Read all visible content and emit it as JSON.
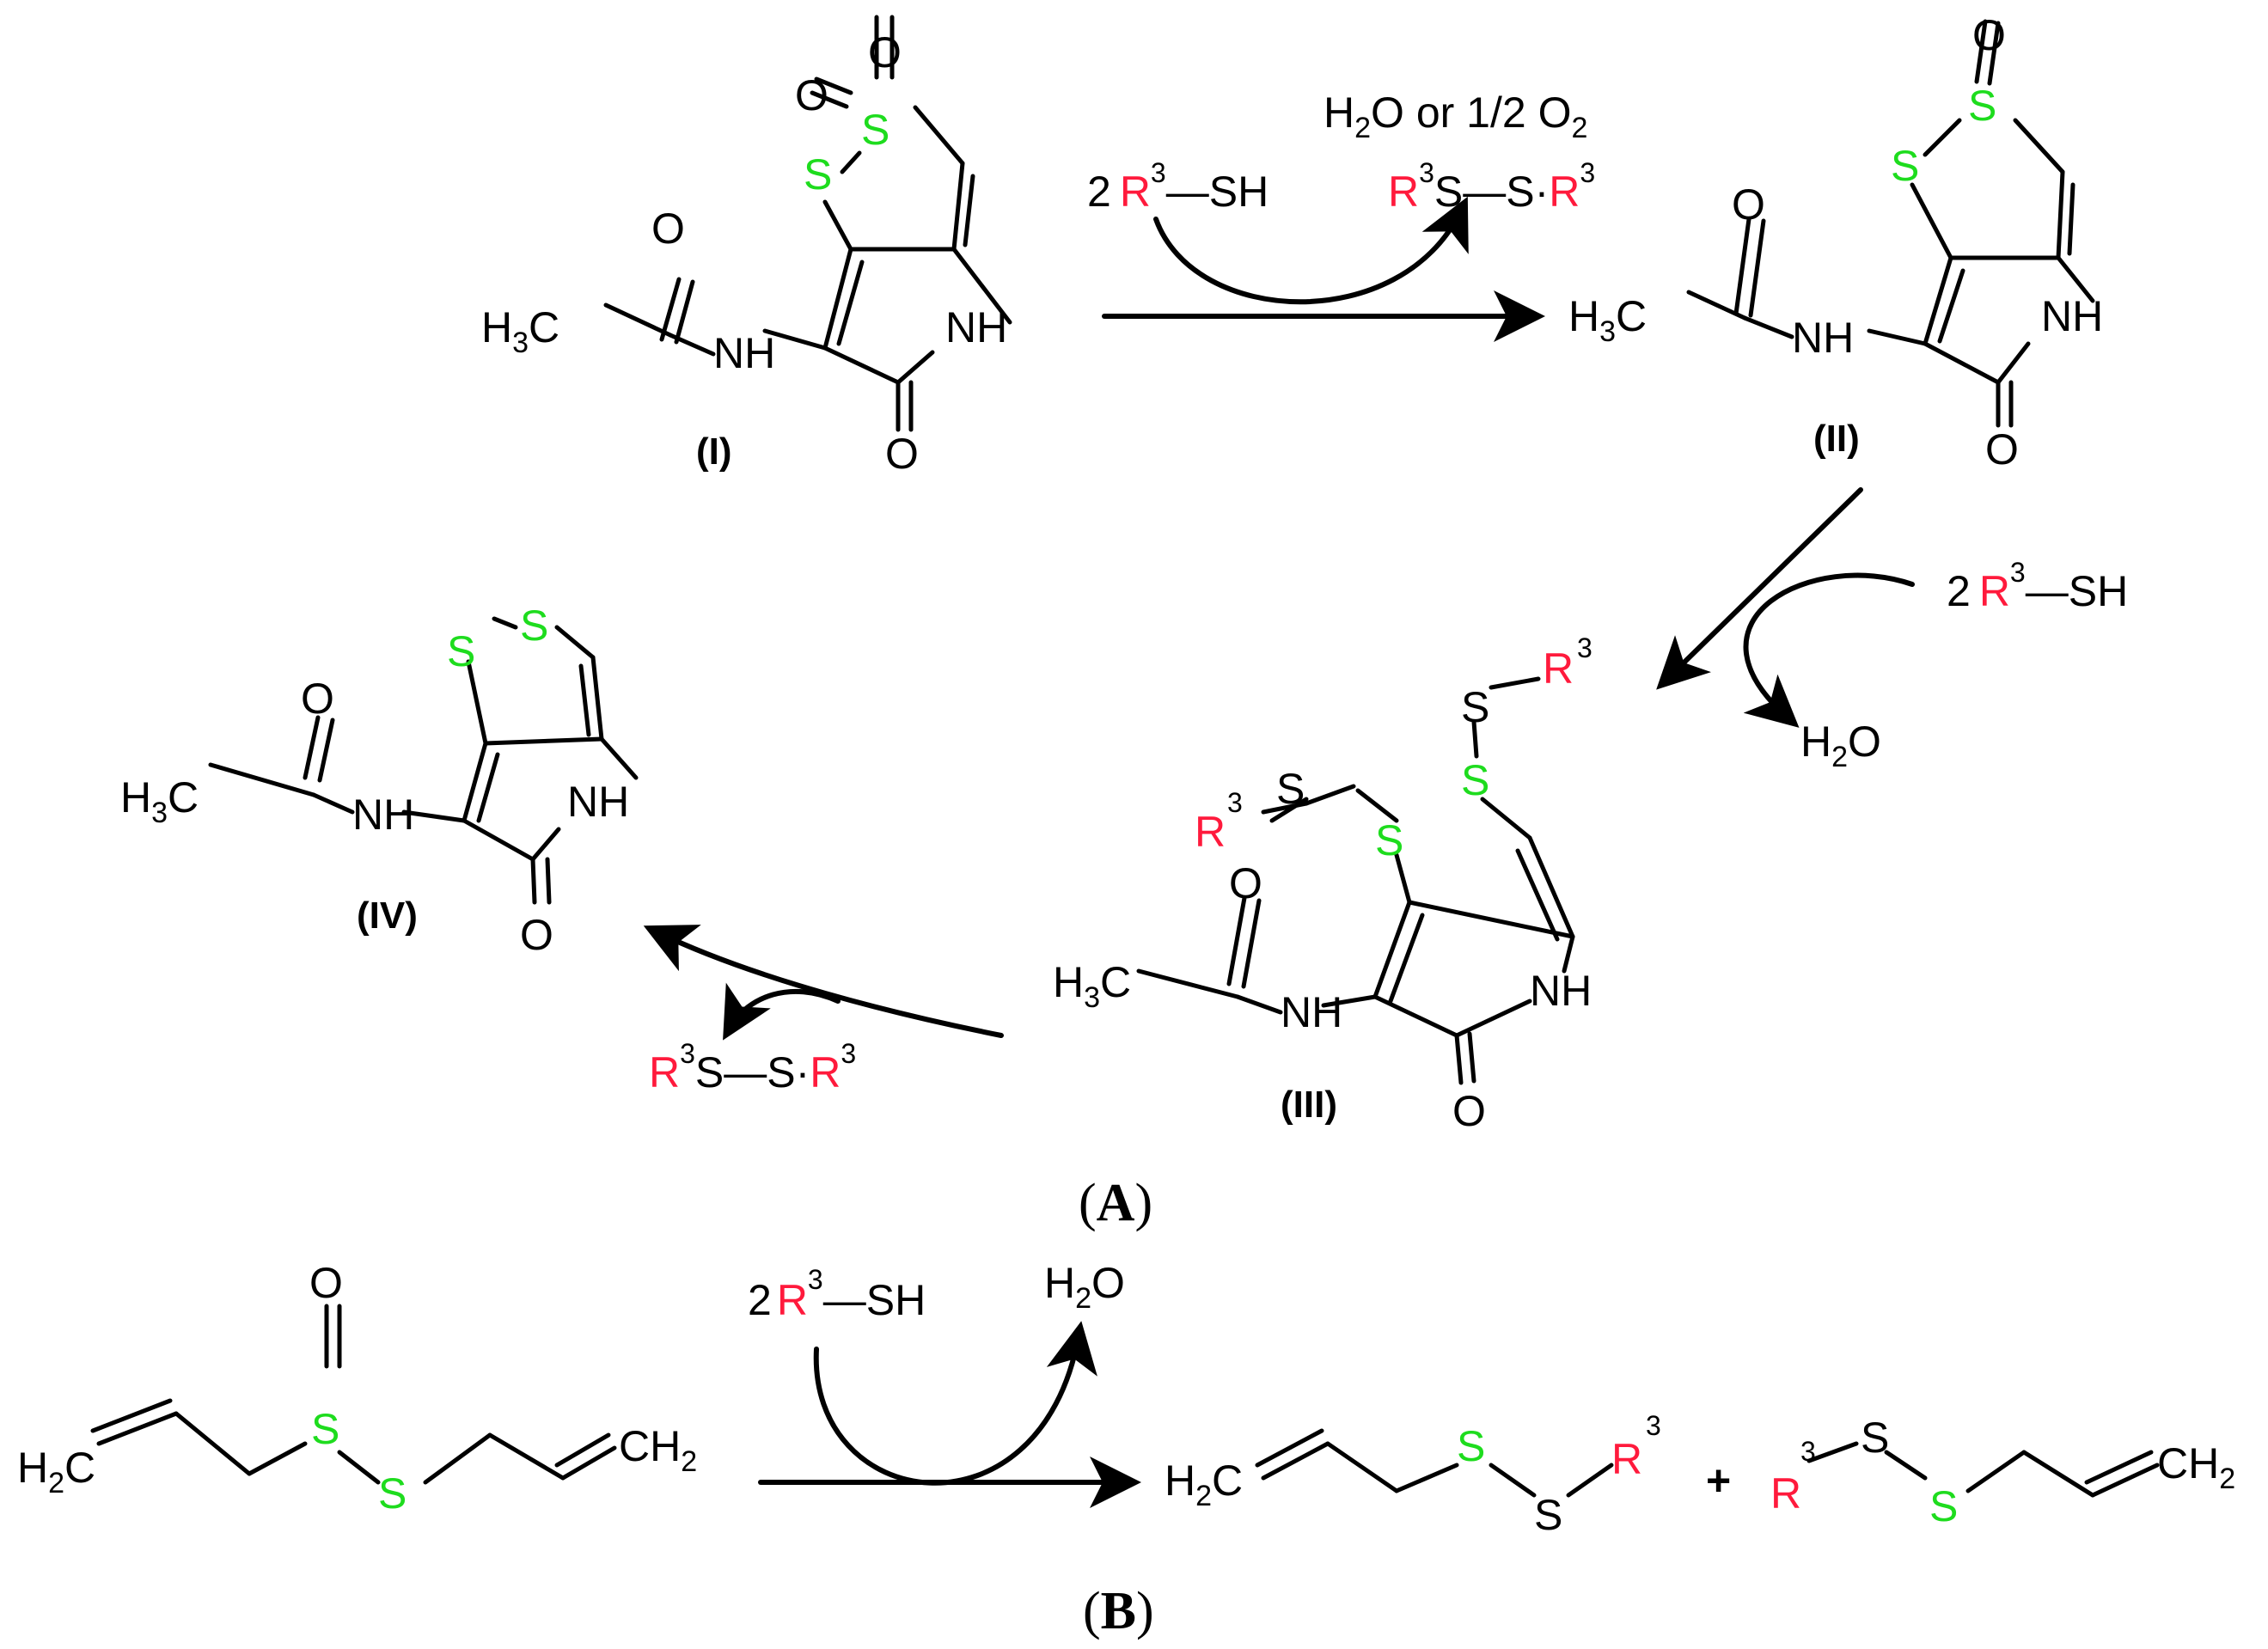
{
  "labels": {
    "c1": "(I)",
    "c2": "(II)",
    "c3": "(III)",
    "c4": "(IV)",
    "panelA": "A",
    "panelB": "B"
  },
  "atoms": {
    "O": "O",
    "S": "S",
    "NH": "NH",
    "H": "H",
    "C": "C",
    "R": "R",
    "SH": "SH",
    "num2": "2",
    "num3": "3",
    "plus": "+",
    "or_half": " or 1/2 "
  },
  "colors": {
    "sulfur": "#1edc1e",
    "r_group": "#ff1a3c",
    "line": "#000000"
  }
}
